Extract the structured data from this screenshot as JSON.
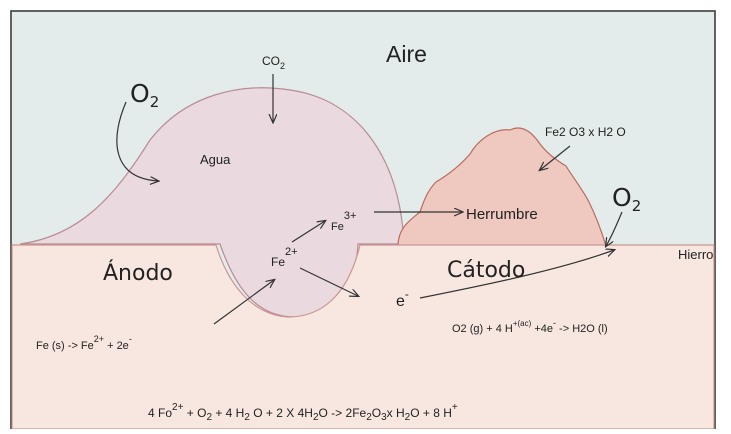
{
  "labels": {
    "aire": "Aire",
    "co2": "CO",
    "co2_sub": "2",
    "o2_left": "O",
    "o2_left_sub": "2",
    "o2_right": "O",
    "o2_right_sub": "2",
    "agua": "Agua",
    "fe3": "Fe",
    "fe3_sup": "3+",
    "fe2": "Fe",
    "fe2_sup": "2+",
    "herrumbre": "Herrumbre",
    "rust_formula": "Fe2 O3 x H2 O",
    "hierro": "Hierro",
    "anodo": "Ánodo",
    "catodo": "Cátodo",
    "electron": "e",
    "electron_sup": "-"
  },
  "equations": {
    "anode_left": "Fe (s)  ->  Fe",
    "anode_sup1": "2+",
    "anode_right": " +  2e",
    "anode_sup2": "-",
    "cathode_a": "O2 (g) + 4 H",
    "cathode_sup1": "+(ac)",
    "cathode_b": " +4e",
    "cathode_sup2": "-",
    "cathode_c": "  ->  H2O (l)",
    "overall_a": "4 Fo",
    "overall_sup1": "2+",
    "overall_b": " + O",
    "overall_sub1": "2",
    "overall_c": " + 4 H",
    "overall_sub2": "2",
    "overall_d": " O + 2 X 4H",
    "overall_sub3": "2",
    "overall_e": "O  ->  2Fe",
    "overall_sub4": "2",
    "overall_f": "O",
    "overall_sub5": "3",
    "overall_g": "x H",
    "overall_sub6": "2",
    "overall_h": "O  +  8 H",
    "overall_sup2": "+"
  },
  "colors": {
    "air": "#e3ecea",
    "iron": "#f8e7e1",
    "iron_edge": "#c9968d",
    "water": "#ead9de",
    "water_edge": "#b98c96",
    "rust": "#efc8c0",
    "rust_edge": "#b86b5e"
  }
}
